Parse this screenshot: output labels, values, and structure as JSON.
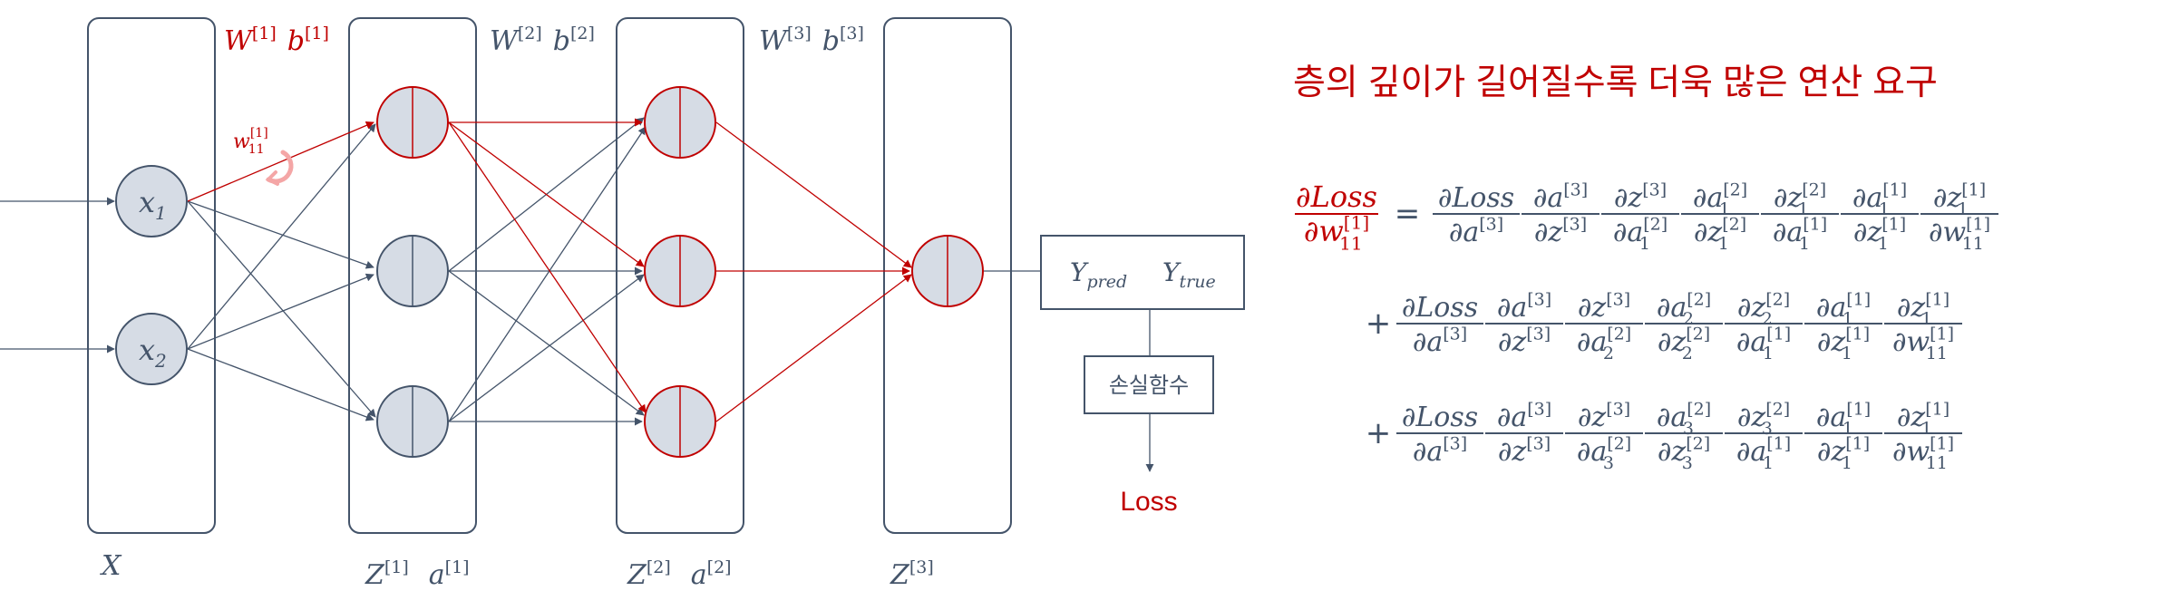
{
  "colors": {
    "dark": "#44546a",
    "red": "#c00000",
    "node_fill": "#d6dce5",
    "gray_edge": "#44546a",
    "red_edge": "#c00000"
  },
  "layers": {
    "input_label": "X",
    "w1": "W",
    "w1_sup": "[1]",
    "b1": "b",
    "b1_sup": "[1]",
    "w2": "W",
    "w2_sup": "[2]",
    "b2": "b",
    "b2_sup": "[2]",
    "w3": "W",
    "w3_sup": "[3]",
    "b3": "b",
    "b3_sup": "[3]",
    "z1": "Z",
    "z1_sup": "[1]",
    "a1": "a",
    "a1_sup": "[1]",
    "z2": "Z",
    "z2_sup": "[2]",
    "a2": "a",
    "a2_sup": "[2]",
    "z3": "Z",
    "z3_sup": "[3]"
  },
  "inputs": {
    "x1": "x",
    "x1_sub": "1",
    "x2": "x",
    "x2_sub": "2"
  },
  "weight_label": {
    "w": "w",
    "sup": "[1]",
    "sub": "11"
  },
  "output_box": {
    "y_pred": "Y",
    "y_pred_sub": "pred",
    "y_true": "Y",
    "y_true_sub": "true"
  },
  "loss_fn_label": "손실함수",
  "loss_label": "Loss",
  "headline": "층의 깊이가 길어질수록 더욱 많은 연산 요구",
  "equation": {
    "lhs_num": "∂Loss",
    "lhs_den_w": "∂w",
    "lhs_den_sup": "[1]",
    "lhs_den_sub": "11",
    "equals": "=",
    "plus": "+",
    "loss_num": "∂Loss",
    "rows": [
      {
        "terms": [
          {
            "num": "∂a",
            "num_sup": "[3]",
            "num_sub": "",
            "den": "∂z",
            "den_sup": "[3]",
            "den_sub": ""
          },
          {
            "num": "∂z",
            "num_sup": "[3]",
            "num_sub": "",
            "den": "∂a",
            "den_sup": "[2]",
            "den_sub": "1"
          },
          {
            "num": "∂a",
            "num_sup": "[2]",
            "num_sub": "1",
            "den": "∂z",
            "den_sup": "[2]",
            "den_sub": "1"
          },
          {
            "num": "∂z",
            "num_sup": "[2]",
            "num_sub": "1",
            "den": "∂a",
            "den_sup": "[1]",
            "den_sub": "1"
          },
          {
            "num": "∂a",
            "num_sup": "[1]",
            "num_sub": "1",
            "den": "∂z",
            "den_sup": "[1]",
            "den_sub": "1"
          },
          {
            "num": "∂z",
            "num_sup": "[1]",
            "num_sub": "1",
            "den": "∂w",
            "den_sup": "[1]",
            "den_sub": "11"
          }
        ]
      },
      {
        "terms": [
          {
            "num": "∂a",
            "num_sup": "[3]",
            "num_sub": "",
            "den": "∂z",
            "den_sup": "[3]",
            "den_sub": ""
          },
          {
            "num": "∂z",
            "num_sup": "[3]",
            "num_sub": "",
            "den": "∂a",
            "den_sup": "[2]",
            "den_sub": "2"
          },
          {
            "num": "∂a",
            "num_sup": "[2]",
            "num_sub": "2",
            "den": "∂z",
            "den_sup": "[2]",
            "den_sub": "2"
          },
          {
            "num": "∂z",
            "num_sup": "[2]",
            "num_sub": "2",
            "den": "∂a",
            "den_sup": "[1]",
            "den_sub": "1"
          },
          {
            "num": "∂a",
            "num_sup": "[1]",
            "num_sub": "1",
            "den": "∂z",
            "den_sup": "[1]",
            "den_sub": "1"
          },
          {
            "num": "∂z",
            "num_sup": "[1]",
            "num_sub": "1",
            "den": "∂w",
            "den_sup": "[1]",
            "den_sub": "11"
          }
        ]
      },
      {
        "terms": [
          {
            "num": "∂a",
            "num_sup": "[3]",
            "num_sub": "",
            "den": "∂z",
            "den_sup": "[3]",
            "den_sub": ""
          },
          {
            "num": "∂z",
            "num_sup": "[3]",
            "num_sub": "",
            "den": "∂a",
            "den_sup": "[2]",
            "den_sub": "3"
          },
          {
            "num": "∂a",
            "num_sup": "[2]",
            "num_sub": "3",
            "den": "∂z",
            "den_sup": "[2]",
            "den_sub": "3"
          },
          {
            "num": "∂z",
            "num_sup": "[2]",
            "num_sub": "3",
            "den": "∂a",
            "den_sup": "[1]",
            "den_sub": "1"
          },
          {
            "num": "∂a",
            "num_sup": "[1]",
            "num_sub": "1",
            "den": "∂z",
            "den_sup": "[1]",
            "den_sub": "1"
          },
          {
            "num": "∂z",
            "num_sup": "[1]",
            "num_sub": "1",
            "den": "∂w",
            "den_sup": "[1]",
            "den_sub": "11"
          }
        ]
      }
    ]
  }
}
